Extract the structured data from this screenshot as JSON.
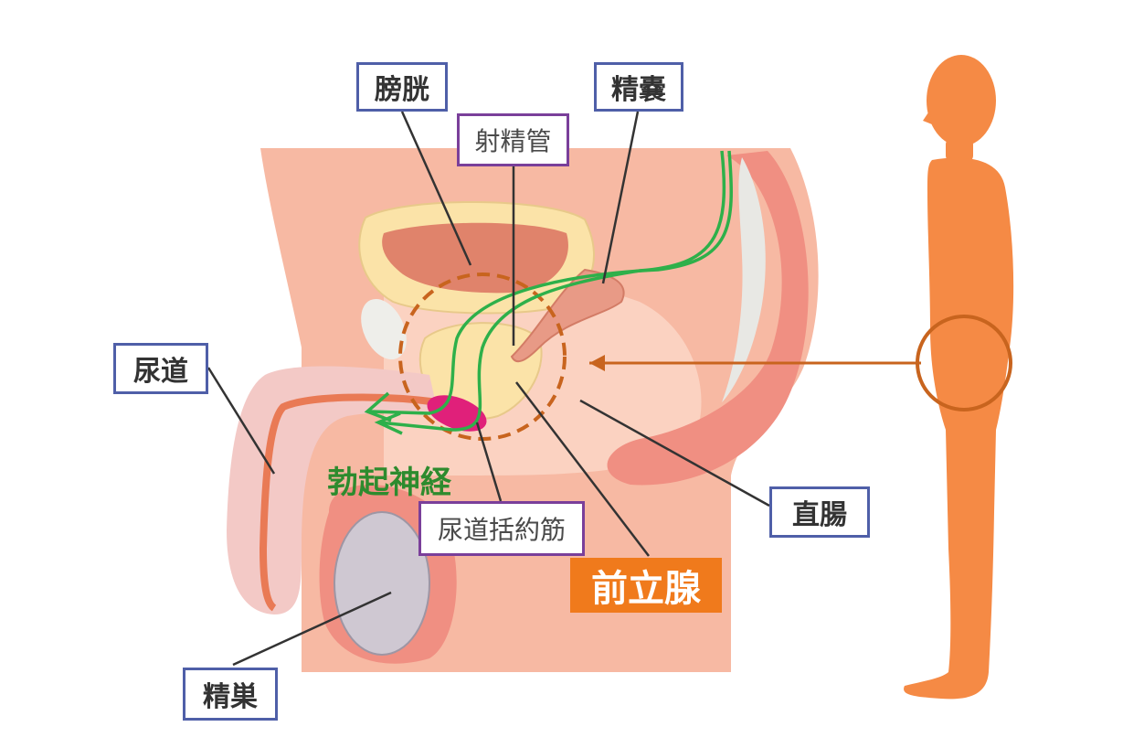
{
  "labels": {
    "bladder": "膀胱",
    "seminal_vesicle": "精嚢",
    "ejaculatory_duct": "射精管",
    "urethra": "尿道",
    "erectile_nerve": "勃起神経",
    "urethral_sphincter": "尿道括約筋",
    "rectum": "直腸",
    "prostate": "前立腺",
    "testis": "精巣"
  },
  "colors": {
    "label_border_blue": "#4f5fa8",
    "label_border_purple": "#7a3f9a",
    "prostate_highlight": "#f07a1c",
    "nerve_green": "#2eb04a",
    "sphincter_pink": "#e0207a",
    "body_silhouette": "#f58a45",
    "pointer_arrow": "#c8641e"
  },
  "icons": {
    "figure": "standing-man-silhouette-icon",
    "focus_circle": "pelvis-focus-circle-icon"
  }
}
